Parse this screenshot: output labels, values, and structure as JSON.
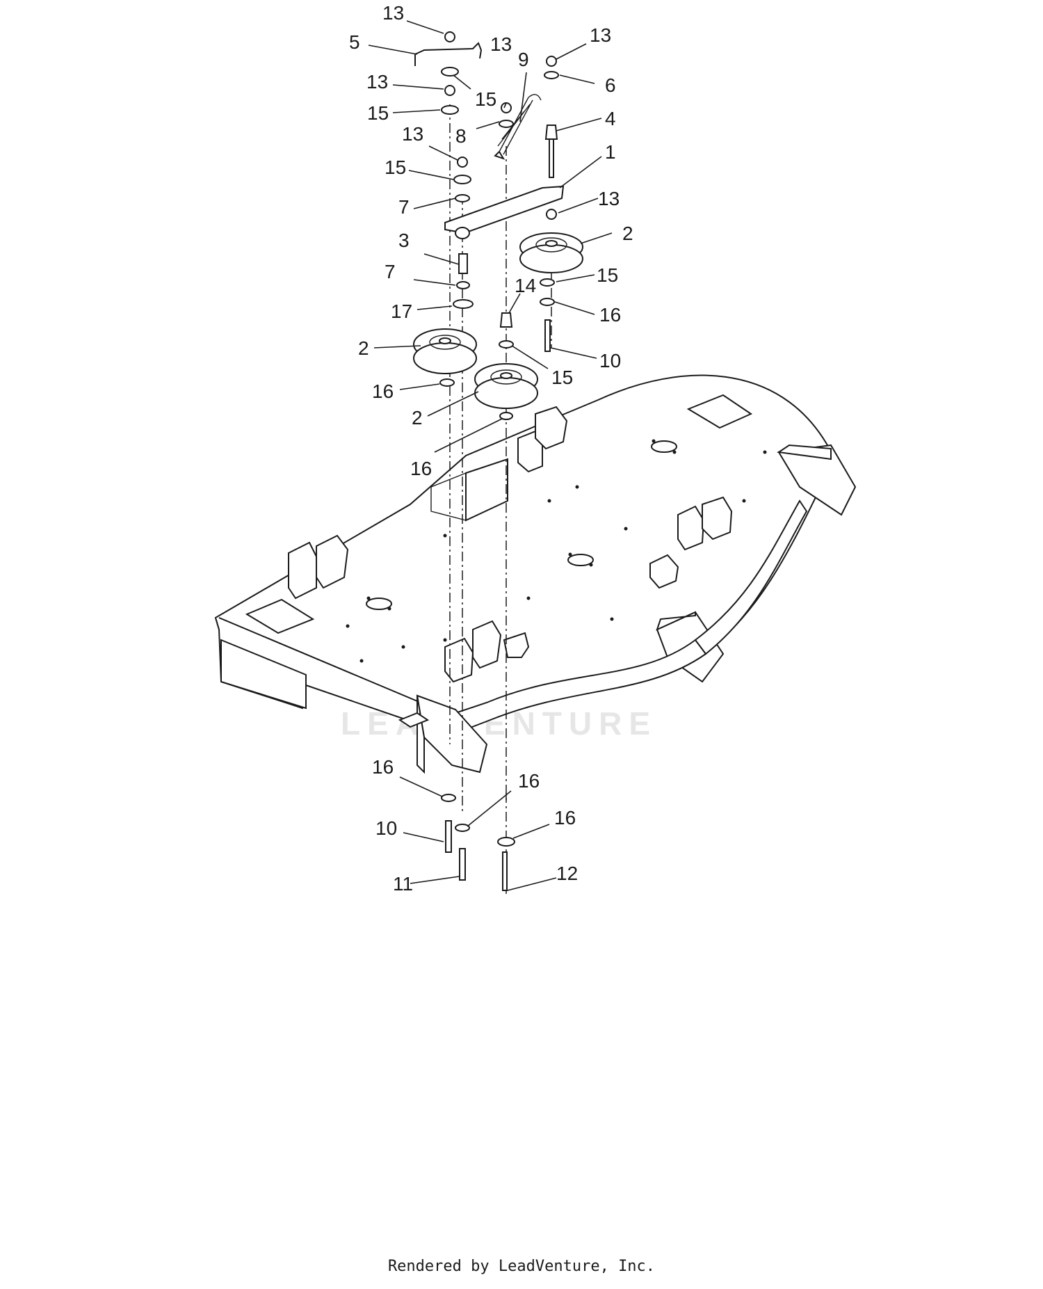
{
  "diagram": {
    "watermark": "LEADVENTURE",
    "callouts": [
      {
        "id": "c13a",
        "label": "13"
      },
      {
        "id": "c5",
        "label": "5"
      },
      {
        "id": "c13b",
        "label": "13"
      },
      {
        "id": "c15a",
        "label": "15"
      },
      {
        "id": "c15b",
        "label": "15"
      },
      {
        "id": "c13c",
        "label": "13"
      },
      {
        "id": "c15c",
        "label": "15"
      },
      {
        "id": "c7a",
        "label": "7"
      },
      {
        "id": "c3",
        "label": "3"
      },
      {
        "id": "c7b",
        "label": "7"
      },
      {
        "id": "c17",
        "label": "17"
      },
      {
        "id": "c2a",
        "label": "2"
      },
      {
        "id": "c16a",
        "label": "16"
      },
      {
        "id": "c2b",
        "label": "2"
      },
      {
        "id": "c16b",
        "label": "16"
      },
      {
        "id": "c13d",
        "label": "13"
      },
      {
        "id": "c9",
        "label": "9"
      },
      {
        "id": "c8",
        "label": "8"
      },
      {
        "id": "c13e",
        "label": "13"
      },
      {
        "id": "c6",
        "label": "6"
      },
      {
        "id": "c4",
        "label": "4"
      },
      {
        "id": "c1",
        "label": "1"
      },
      {
        "id": "c13f",
        "label": "13"
      },
      {
        "id": "c2c",
        "label": "2"
      },
      {
        "id": "c15d",
        "label": "15"
      },
      {
        "id": "c14",
        "label": "14"
      },
      {
        "id": "c16c",
        "label": "16"
      },
      {
        "id": "c10a",
        "label": "10"
      },
      {
        "id": "c15e",
        "label": "15"
      },
      {
        "id": "c16d",
        "label": "16"
      },
      {
        "id": "c10b",
        "label": "10"
      },
      {
        "id": "c16e",
        "label": "16"
      },
      {
        "id": "c11",
        "label": "11"
      },
      {
        "id": "c16f",
        "label": "16"
      },
      {
        "id": "c12",
        "label": "12"
      }
    ]
  },
  "footer": {
    "text": "Rendered by LeadVenture, Inc."
  }
}
